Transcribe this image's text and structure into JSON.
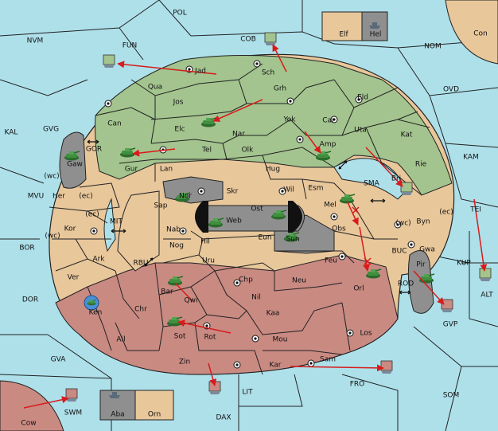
{
  "colors": {
    "sea": "#aee0ea",
    "green": "#a3c48e",
    "tan": "#e8c79b",
    "rose": "#c98a82",
    "gray": "#8f8f8f",
    "order": "#d81b1b",
    "tank": "#3f8f3f"
  },
  "labels": {
    "POL": "POL",
    "FUN": "FUN",
    "COB": "COB",
    "NVM": "NVM",
    "NOM": "NOM",
    "OVD": "OVD",
    "Con": "Con",
    "Elf": "Elf",
    "Hel": "Hel",
    "Jad": "Jad",
    "Sch": "Sch",
    "Qua": "Qua",
    "Grh": "Grh",
    "Eld": "Eld",
    "Jos": "Jos",
    "Can": "Can",
    "Yok": "Yok",
    "Car": "Car",
    "Uta": "Uta",
    "Kat": "Kat",
    "Elc": "Elc",
    "Nar": "Nar",
    "Amp": "Amp",
    "Rie": "Rie",
    "Tel": "Tel",
    "Olk": "Olk",
    "KAM": "KAM",
    "KAL": "KAL",
    "GVG": "GVG",
    "GOR": "GOR",
    "Gaw": "Gaw",
    "Gur": "Gur",
    "Lan": "Lan",
    "Hug": "Hug",
    "Bri": "Bri",
    "SMA": "SMA",
    "wc1": "(wc)",
    "wc2": "(wc)",
    "wc3": "(wc)",
    "ec1": "(ec)",
    "ec2": "(ec)",
    "ec3": "(ec)",
    "Her": "Her",
    "Nor": "Nor",
    "Skr": "Skr",
    "Ost": "Ost",
    "Wil": "Wil",
    "Esm": "Esm",
    "MVU": "MVU",
    "Sap": "Sap",
    "Web": "Web",
    "Mel": "Mel",
    "Byn": "Byn",
    "TEI": "TEI",
    "Kor": "Kor",
    "MIT": "MIT",
    "Nab": "Nab",
    "Eun": "Eun",
    "Sun": "Sun",
    "Obs": "Obs",
    "BOR": "BOR",
    "Hil": "Hil",
    "Gwa": "Gwa",
    "Ark": "Ark",
    "RBU": "RBU",
    "Nog": "Nog",
    "Uru": "Uru",
    "Feu": "Feu",
    "BUC": "BUC",
    "Pir": "Pir",
    "KUP": "KUP",
    "Ver": "Ver",
    "Chp": "Chp",
    "Neu": "Neu",
    "Orl": "Orl",
    "DOR": "DOR",
    "Bar": "Bar",
    "Qwi": "Qwi",
    "Nil": "Nil",
    "ROD": "ROD",
    "ALT": "ALT",
    "Ken": "Ken",
    "Chr": "Chr",
    "Kaa": "Kaa",
    "GVP": "GVP",
    "Ail": "Ail",
    "Sot": "Sot",
    "Rot": "Rot",
    "Mou": "Mou",
    "Los": "Los",
    "GVA": "GVA",
    "Zin": "Zin",
    "Kar": "Kar",
    "Sam": "Sam",
    "FRO": "FRO",
    "LIT": "LIT",
    "SOM": "SOM",
    "SWM": "SWM",
    "Cow": "Cow",
    "Aba": "Aba",
    "Orn": "Orn",
    "DAX": "DAX"
  },
  "icons": {
    "tank": "tank-unit-icon",
    "ship": "ship-unit-icon",
    "supply": "supply-center-icon",
    "arrow": "double-arrow-icon"
  }
}
